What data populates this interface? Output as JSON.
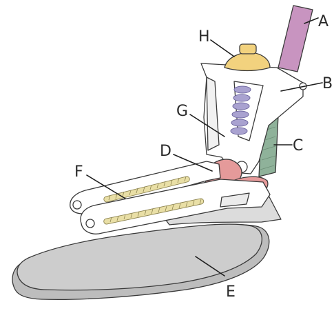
{
  "labels": {
    "A": "A",
    "B": "B",
    "C": "C",
    "D": "D",
    "E": "E",
    "F": "F",
    "G": "G",
    "H": "H"
  },
  "colors": {
    "background": "#ffffff",
    "frame": "#ffffff",
    "outline": "#3a3a3a",
    "pylon": "#c894c0",
    "cap": "#f2d27e",
    "coil_spring": "#a9a2d0",
    "heel_pad": "#8fb29a",
    "linkage": "#e59a9a",
    "foot_shell": "#c8c8c8",
    "spring_f": "#e9dfa6"
  }
}
